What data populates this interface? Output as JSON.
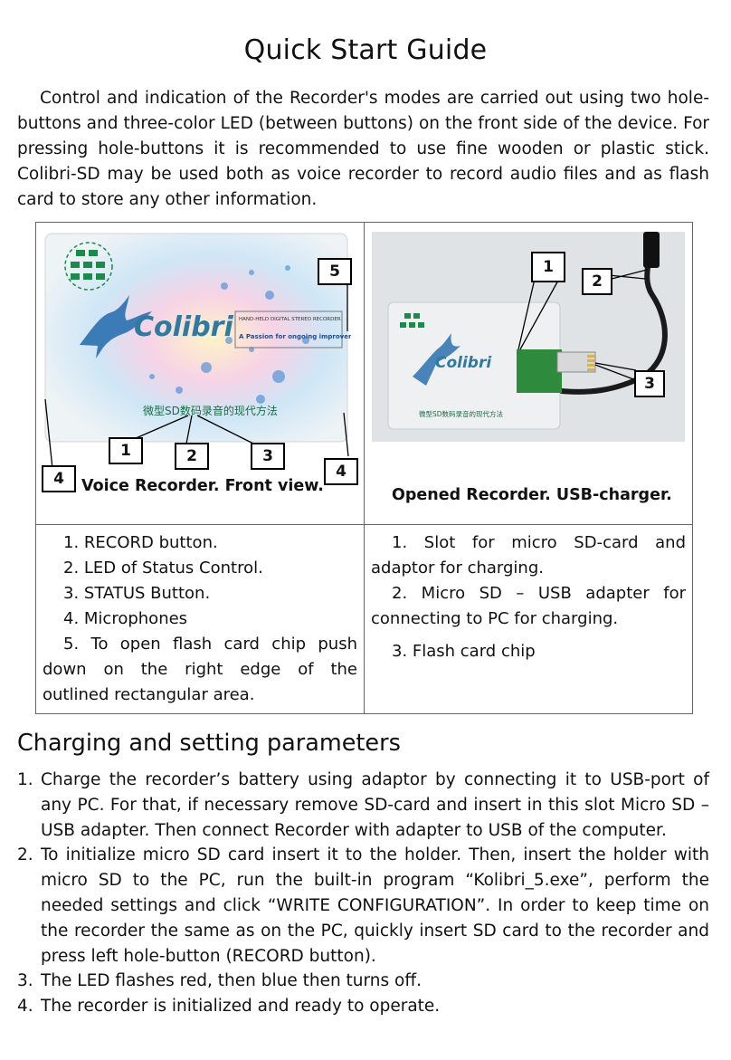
{
  "title": "Quick Start Guide",
  "intro": "Control and indication of the Recorder's modes are carried out using two hole-buttons and three-color LED (between buttons) on the front side of the device. For pressing hole-buttons it is recommended to use fine wooden or plastic stick. Colibri-SD may be used both as voice recorder to record audio files and as flash card to store any other information.",
  "front_view": {
    "caption": "Voice Recorder. Front view.",
    "card_brand": "Colibri",
    "card_small_text": "HAND-HELD DIGITAL STEREO RECORDER",
    "card_slogan": "A Passion for ongoing improvement",
    "card_chinese": "微型SD数码录音的现代方法",
    "callouts": [
      "1",
      "2",
      "3",
      "4",
      "4",
      "5"
    ],
    "items": [
      "1. RECORD button.",
      "2. LED of Status Control.",
      "3. STATUS Button.",
      "4. Microphones",
      "5. To open flash card chip push down on the right edge of the outlined rectangular area."
    ]
  },
  "opened_view": {
    "caption": "Opened Recorder. USB-charger.",
    "card_brand": "Colibri",
    "card_chinese": "微型SD数码录音的现代方法",
    "callouts": [
      "1",
      "2",
      "3"
    ],
    "items": [
      "1. Slot for micro SD-card and adaptor for charging.",
      "2. Micro SD – USB adapter for connecting to PC for charging.",
      "3. Flash card chip"
    ]
  },
  "section": {
    "heading": "Charging and setting parameters",
    "steps": [
      {
        "num": "1.",
        "text": "Charge the recorder’s battery using adaptor by connecting it to USB-port of any PC. For that, if necessary remove SD-card and insert in this slot Micro SD – USB adapter. Then connect Recorder with adapter to USB of the computer."
      },
      {
        "num": "2.",
        "text": "To initialize micro SD card insert it to the holder. Then, insert the holder with micro SD to the PC, run the built-in program “Kolibri_5.exe”, perform the needed settings and click “WRITE CONFIGURATION”. In order to keep time on the recorder the same as on the PC, quickly insert SD card to the recorder and press left hole-button (RECORD button)."
      },
      {
        "num": "3.",
        "text": "The LED flashes red, then blue then turns off."
      },
      {
        "num": "4.",
        "text": "The recorder is initialized and ready to operate."
      }
    ]
  }
}
